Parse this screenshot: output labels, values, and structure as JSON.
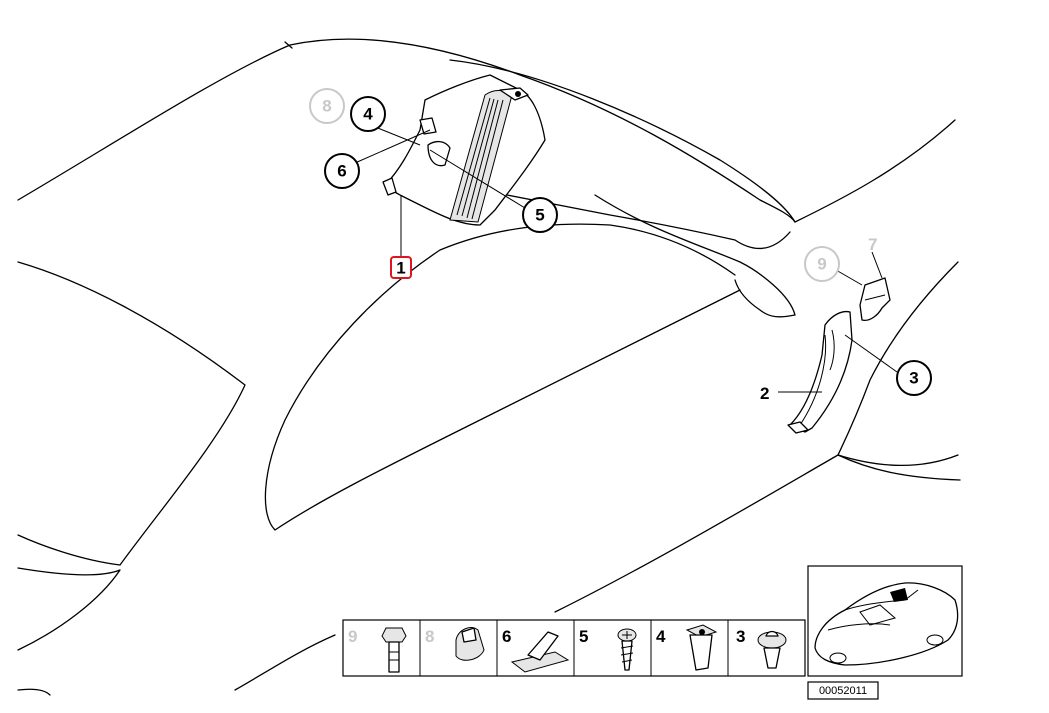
{
  "callouts": {
    "c1": "1",
    "c2": "2",
    "c3": "3",
    "c4": "4",
    "c5": "5",
    "c6": "6",
    "c7": "7",
    "c8": "8",
    "c9": "9"
  },
  "legend": {
    "items": [
      "9",
      "8",
      "6",
      "5",
      "4",
      "3"
    ]
  },
  "diagram_id": "00052011",
  "colors": {
    "highlight": "#e0141e",
    "inactive": "#c8c8c8",
    "line": "#000000"
  }
}
